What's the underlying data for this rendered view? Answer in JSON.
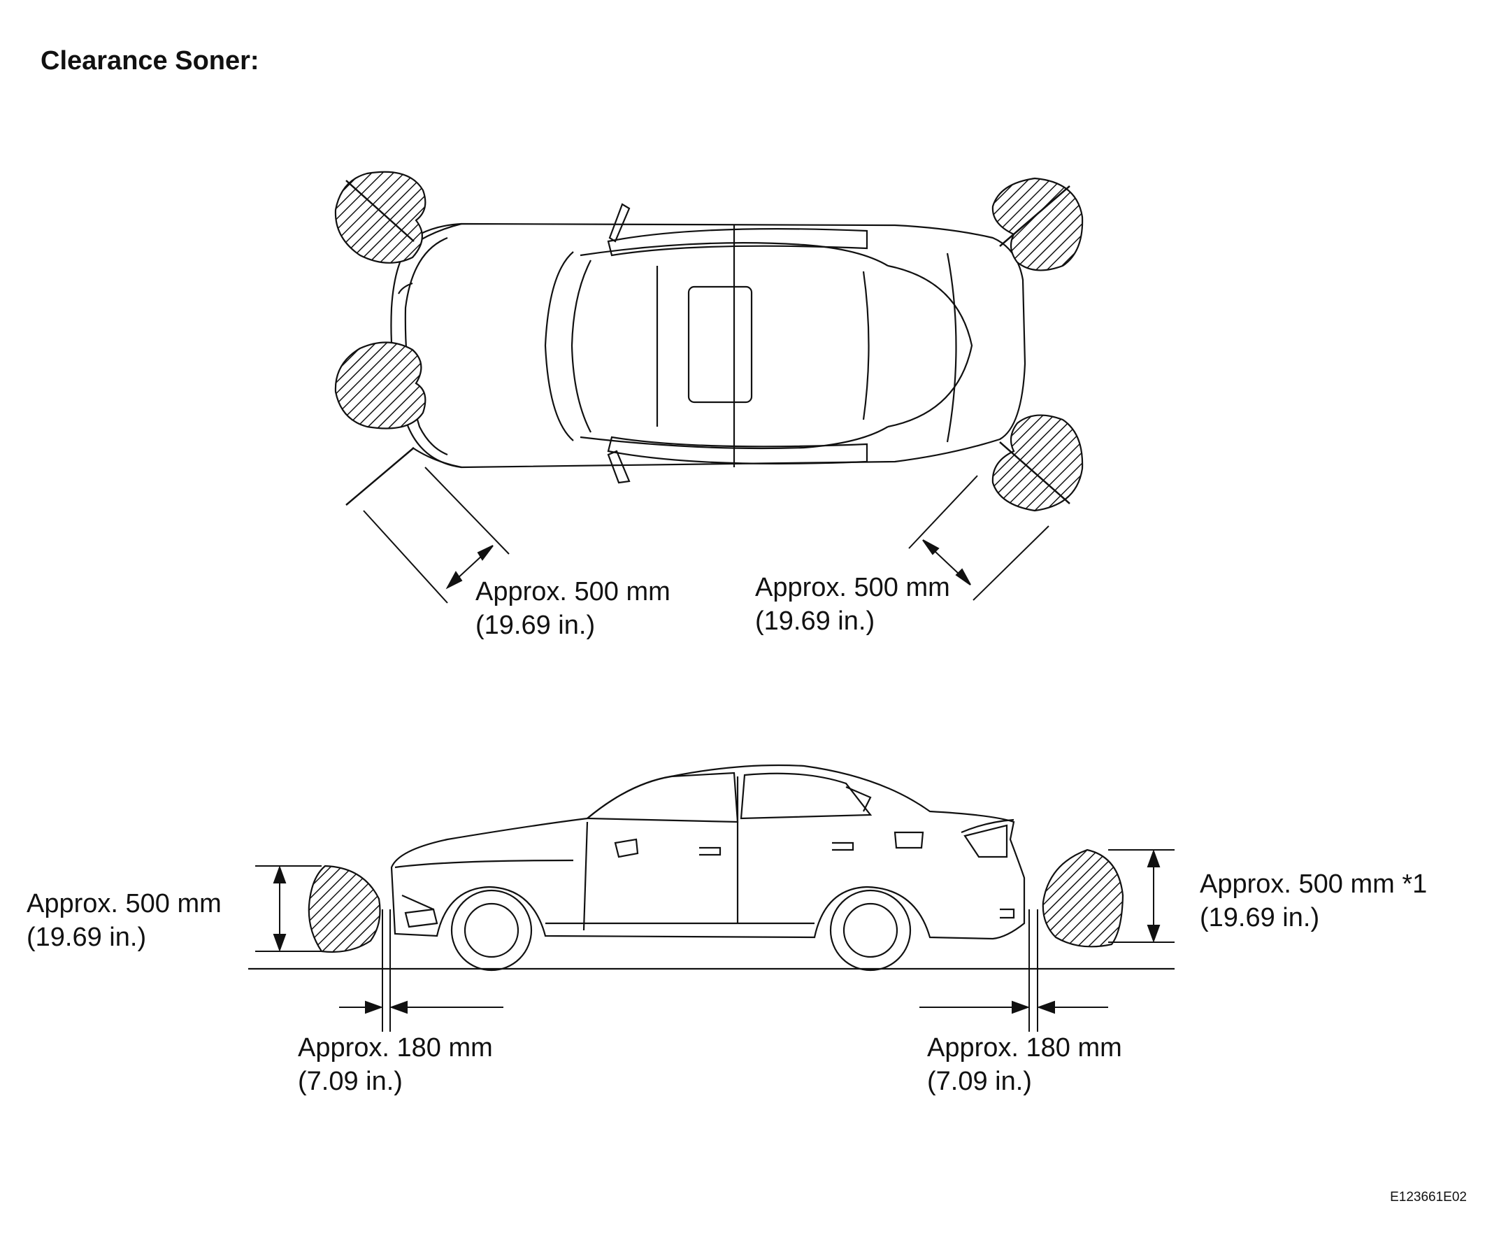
{
  "title": "Clearance Soner:",
  "figure_id": "E123661E02",
  "labels": {
    "top_front_dist": {
      "line1": "Approx. 500 mm",
      "line2": "(19.69 in.)"
    },
    "top_rear_dist": {
      "line1": "Approx. 500 mm",
      "line2": "(19.69 in.)"
    },
    "side_front_height": {
      "line1": "Approx. 500 mm",
      "line2": "(19.69 in.)"
    },
    "side_rear_height": {
      "line1": "Approx. 500 mm *1",
      "line2": "(19.69 in.)"
    },
    "side_front_gap": {
      "line1": "Approx. 180 mm",
      "line2": "(7.09 in.)"
    },
    "side_rear_gap": {
      "line1": "Approx. 180 mm",
      "line2": "(7.09 in.)"
    }
  },
  "colors": {
    "line": "#111111",
    "background": "#ffffff"
  }
}
